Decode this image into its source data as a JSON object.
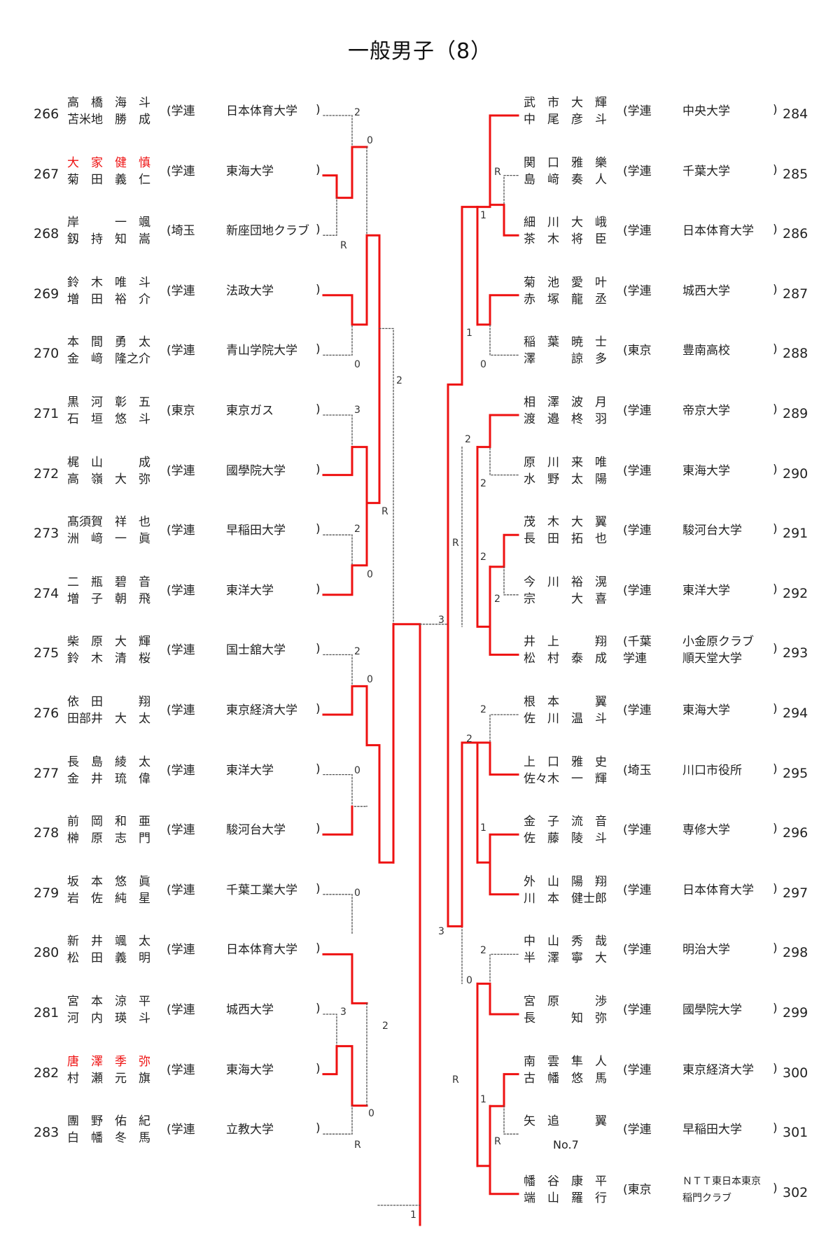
{
  "title": "一般男子（8）",
  "left": [
    {
      "num": "266",
      "names": [
        "高　橋　海　斗",
        "苫米地　勝　成"
      ],
      "pref": [
        "(学連"
      ],
      "team": [
        "日本体育大学"
      ],
      "close": ")",
      "highlight": false
    },
    {
      "num": "267",
      "names": [
        "大　家　健　慎",
        "菊　田　義　仁"
      ],
      "pref": [
        "(学連"
      ],
      "team": [
        "東海大学"
      ],
      "close": ")",
      "highlight": true
    },
    {
      "num": "268",
      "names": [
        "岸　　　一　颯",
        "釼　持　知　嵩"
      ],
      "pref": [
        "(埼玉"
      ],
      "team": [
        "新座団地クラブ"
      ],
      "close": ")",
      "highlight": false
    },
    {
      "num": "269",
      "names": [
        "鈴　木　唯　斗",
        "増　田　裕　介"
      ],
      "pref": [
        "(学連"
      ],
      "team": [
        "法政大学"
      ],
      "close": ")",
      "highlight": false
    },
    {
      "num": "270",
      "names": [
        "本　間　勇　太",
        "金　﨑　隆之介"
      ],
      "pref": [
        "(学連"
      ],
      "team": [
        "青山学院大学"
      ],
      "close": ")",
      "highlight": false
    },
    {
      "num": "271",
      "names": [
        "黒　河　彰　五",
        "石　垣　悠　斗"
      ],
      "pref": [
        "(東京"
      ],
      "team": [
        "東京ガス"
      ],
      "close": ")",
      "highlight": false
    },
    {
      "num": "272",
      "names": [
        "梶　山　　　成",
        "高　嶺　大　弥"
      ],
      "pref": [
        "(学連"
      ],
      "team": [
        "國學院大学"
      ],
      "close": ")",
      "highlight": false
    },
    {
      "num": "273",
      "names": [
        "髙須賀　祥　也",
        "洲　﨑　一　眞"
      ],
      "pref": [
        "(学連"
      ],
      "team": [
        "早稲田大学"
      ],
      "close": ")",
      "highlight": false
    },
    {
      "num": "274",
      "names": [
        "二　瓶　碧　音",
        "増　子　朝　飛"
      ],
      "pref": [
        "(学連"
      ],
      "team": [
        "東洋大学"
      ],
      "close": ")",
      "highlight": false
    },
    {
      "num": "275",
      "names": [
        "柴　原　大　輝",
        "鈴　木　清　桜"
      ],
      "pref": [
        "(学連"
      ],
      "team": [
        "国士舘大学"
      ],
      "close": ")",
      "highlight": false
    },
    {
      "num": "276",
      "names": [
        "依　田　　　翔",
        "田部井　大　太"
      ],
      "pref": [
        "(学連"
      ],
      "team": [
        "東京経済大学"
      ],
      "close": ")",
      "highlight": false
    },
    {
      "num": "277",
      "names": [
        "長　島　綾　太",
        "金　井　琉　偉"
      ],
      "pref": [
        "(学連"
      ],
      "team": [
        "東洋大学"
      ],
      "close": ")",
      "highlight": false
    },
    {
      "num": "278",
      "names": [
        "前　岡　和　亜",
        "榊　原　志　門"
      ],
      "pref": [
        "(学連"
      ],
      "team": [
        "駿河台大学"
      ],
      "close": ")",
      "highlight": false
    },
    {
      "num": "279",
      "names": [
        "坂　本　悠　眞",
        "岩　佐　純　星"
      ],
      "pref": [
        "(学連"
      ],
      "team": [
        "千葉工業大学"
      ],
      "close": ")",
      "highlight": false
    },
    {
      "num": "280",
      "names": [
        "新　井　颯　太",
        "松　田　義　明"
      ],
      "pref": [
        "(学連"
      ],
      "team": [
        "日本体育大学"
      ],
      "close": ")",
      "highlight": false
    },
    {
      "num": "281",
      "names": [
        "宮　本　涼　平",
        "河　内　瑛　斗"
      ],
      "pref": [
        "(学連"
      ],
      "team": [
        "城西大学"
      ],
      "close": ")",
      "highlight": false
    },
    {
      "num": "282",
      "names": [
        "唐　澤　季　弥",
        "村　瀬　元　旗"
      ],
      "pref": [
        "(学連"
      ],
      "team": [
        "東海大学"
      ],
      "close": ")",
      "highlight": true
    },
    {
      "num": "283",
      "names": [
        "團　野　佑　紀",
        "白　幡　冬　馬"
      ],
      "pref": [
        "(学連"
      ],
      "team": [
        "立教大学"
      ],
      "close": ")",
      "highlight": false
    }
  ],
  "right": [
    {
      "num": "284",
      "names": [
        "武　市　大　輝",
        "中　尾　彦　斗"
      ],
      "pref": [
        "(学連"
      ],
      "team": [
        "中央大学"
      ],
      "close": ")"
    },
    {
      "num": "285",
      "names": [
        "関　口　雅　樂",
        "島　﨑　奏　人"
      ],
      "pref": [
        "(学連"
      ],
      "team": [
        "千葉大学"
      ],
      "close": ")"
    },
    {
      "num": "286",
      "names": [
        "細　川　大　峨",
        "茶　木　将　臣"
      ],
      "pref": [
        "(学連"
      ],
      "team": [
        "日本体育大学"
      ],
      "close": ")"
    },
    {
      "num": "287",
      "names": [
        "菊　池　愛　叶",
        "赤　塚　龍　丞"
      ],
      "pref": [
        "(学連"
      ],
      "team": [
        "城西大学"
      ],
      "close": ")"
    },
    {
      "num": "288",
      "names": [
        "稲　葉　暁　士",
        "澤　　　諒　多"
      ],
      "pref": [
        "(東京"
      ],
      "team": [
        "豊南高校"
      ],
      "close": ")"
    },
    {
      "num": "289",
      "names": [
        "相　澤　波　月",
        "渡　邉　柊　羽"
      ],
      "pref": [
        "(学連"
      ],
      "team": [
        "帝京大学"
      ],
      "close": ")"
    },
    {
      "num": "290",
      "names": [
        "原　川　来　唯",
        "水　野　太　陽"
      ],
      "pref": [
        "(学連"
      ],
      "team": [
        "東海大学"
      ],
      "close": ")"
    },
    {
      "num": "291",
      "names": [
        "茂　木　大　翼",
        "長　田　拓　也"
      ],
      "pref": [
        "(学連"
      ],
      "team": [
        "駿河台大学"
      ],
      "close": ")"
    },
    {
      "num": "292",
      "names": [
        "今　川　裕　滉",
        "宗　　　大　喜"
      ],
      "pref": [
        "(学連"
      ],
      "team": [
        "東洋大学"
      ],
      "close": ")"
    },
    {
      "num": "293",
      "names": [
        "井　上　　　翔",
        "松　村　泰　成"
      ],
      "pref": [
        "(千葉",
        "学連"
      ],
      "team": [
        "小金原クラブ",
        "順天堂大学"
      ],
      "close": ")"
    },
    {
      "num": "294",
      "names": [
        "根　本　　　翼",
        "佐　川　温　斗"
      ],
      "pref": [
        "(学連"
      ],
      "team": [
        "東海大学"
      ],
      "close": ")"
    },
    {
      "num": "295",
      "names": [
        "上　口　雅　史",
        "佐々木　一　輝"
      ],
      "pref": [
        "(埼玉"
      ],
      "team": [
        "川口市役所"
      ],
      "close": ")"
    },
    {
      "num": "296",
      "names": [
        "金　子　流　音",
        "佐　藤　陵　斗"
      ],
      "pref": [
        "(学連"
      ],
      "team": [
        "専修大学"
      ],
      "close": ")"
    },
    {
      "num": "297",
      "names": [
        "外　山　陽　翔",
        "川　本　健士郎"
      ],
      "pref": [
        "(学連"
      ],
      "team": [
        "日本体育大学"
      ],
      "close": ")"
    },
    {
      "num": "298",
      "names": [
        "中　山　秀　哉",
        "半　澤　寧　大"
      ],
      "pref": [
        "(学連"
      ],
      "team": [
        "明治大学"
      ],
      "close": ")"
    },
    {
      "num": "299",
      "names": [
        "宮　原　　　渉",
        "長　　　知　弥"
      ],
      "pref": [
        "(学連"
      ],
      "team": [
        "國學院大学"
      ],
      "close": ")"
    },
    {
      "num": "300",
      "names": [
        "南　雲　隼　人",
        "古　幡　悠　馬"
      ],
      "pref": [
        "(学連"
      ],
      "team": [
        "東京経済大学"
      ],
      "close": ")"
    },
    {
      "num": "301",
      "names": [
        "矢　追　　　翼",
        ""
      ],
      "pref": [
        "(学連"
      ],
      "team": [
        "早稲田大学"
      ],
      "close": ")",
      "sub": "No.7"
    },
    {
      "num": "302",
      "names": [
        "幡　谷　康　平",
        "端　山　羅　行"
      ],
      "pref": [
        "(東京"
      ],
      "team": [
        "ＮＴＴ東日本東京",
        "稲門クラブ"
      ],
      "close": ")"
    }
  ],
  "scores": {
    "l266": "2",
    "l267": "0",
    "l268": "R",
    "l270": "0",
    "l271": "3",
    "l272": "R",
    "l273": "2",
    "l274": "0",
    "l275": "2",
    "l276": "0",
    "l277": "0",
    "l279": "0",
    "l281": "3",
    "l282": "2",
    "l283": "R",
    "l283b": "0",
    "lsemi": "2",
    "final": "1",
    "r285": "R",
    "r286": "1",
    "r288": "0",
    "r288b": "1",
    "r289": "2",
    "r290": "2",
    "r291": "2",
    "r292": "2",
    "rsemi": "R",
    "r294": "2",
    "r295": "2",
    "r296": "1",
    "r298": "2",
    "r299": "0",
    "r300": "1",
    "r301": "R",
    "rsemi2": "R",
    "rq1": "3",
    "rq2": "3"
  }
}
